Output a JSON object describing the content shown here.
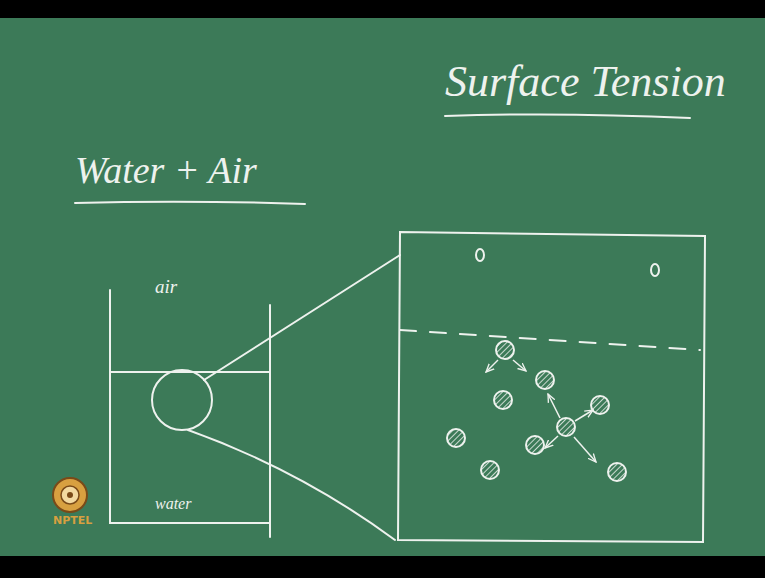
{
  "diagram": {
    "title": "Surface Tension",
    "nodes": [
      {
        "text": [
          "air",
          "water"
        ]
      }
    ],
    "labels": [
      "Water + Air",
      "NPTEL"
    ]
  }
}
